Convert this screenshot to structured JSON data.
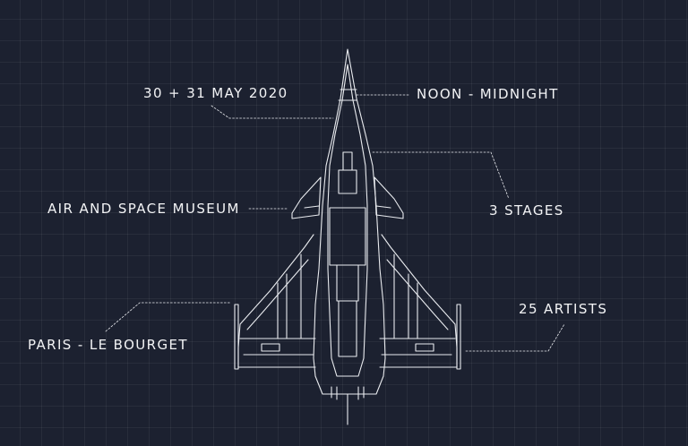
{
  "labels": {
    "dates": "30 + 31 MAY 2020",
    "hours": "NOON - MIDNIGHT",
    "venue": "AIR AND SPACE MUSEUM",
    "stages": "3 STAGES",
    "artists": "25 ARTISTS",
    "location": "PARIS - LE BOURGET"
  },
  "colors": {
    "background": "#1c2130",
    "line": "#e9ebef",
    "text": "#f2f3f5"
  },
  "illustration": {
    "subject": "jet-fighter-blueprint-icon"
  }
}
